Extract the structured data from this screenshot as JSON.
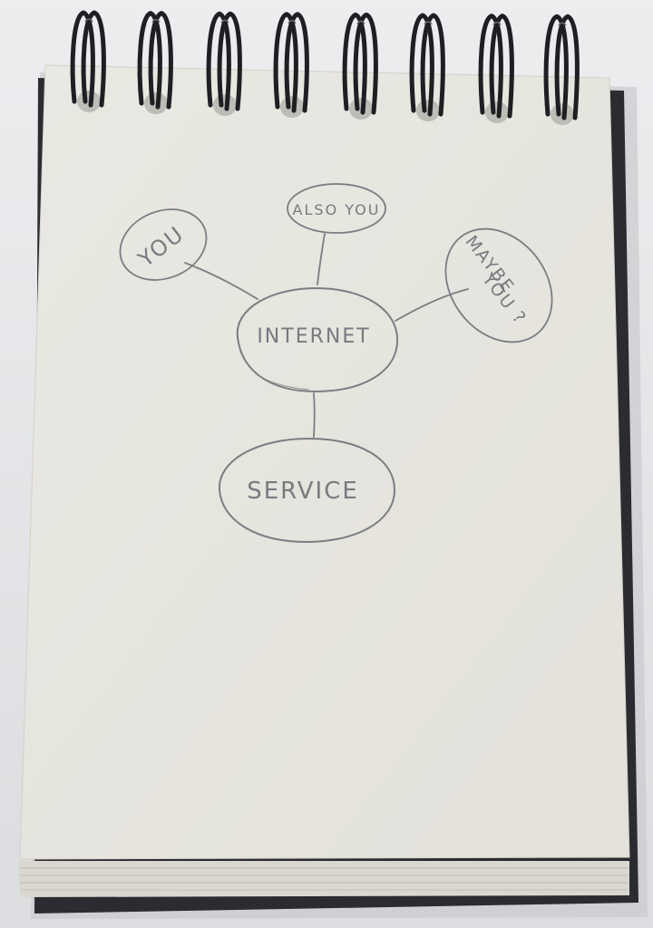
{
  "nodes": {
    "center": "INTERNET",
    "bottom": "SERVICE",
    "left": "YOU",
    "top": "ALSO YOU",
    "right_line1": "MAYBE",
    "right_line2": "YOU ?"
  },
  "colors": {
    "background": "#e6e7e9",
    "paper": "#e7e5de",
    "pencil": "#7a7d82",
    "spiral": "#1e1f22",
    "cover": "#2b2c31"
  }
}
